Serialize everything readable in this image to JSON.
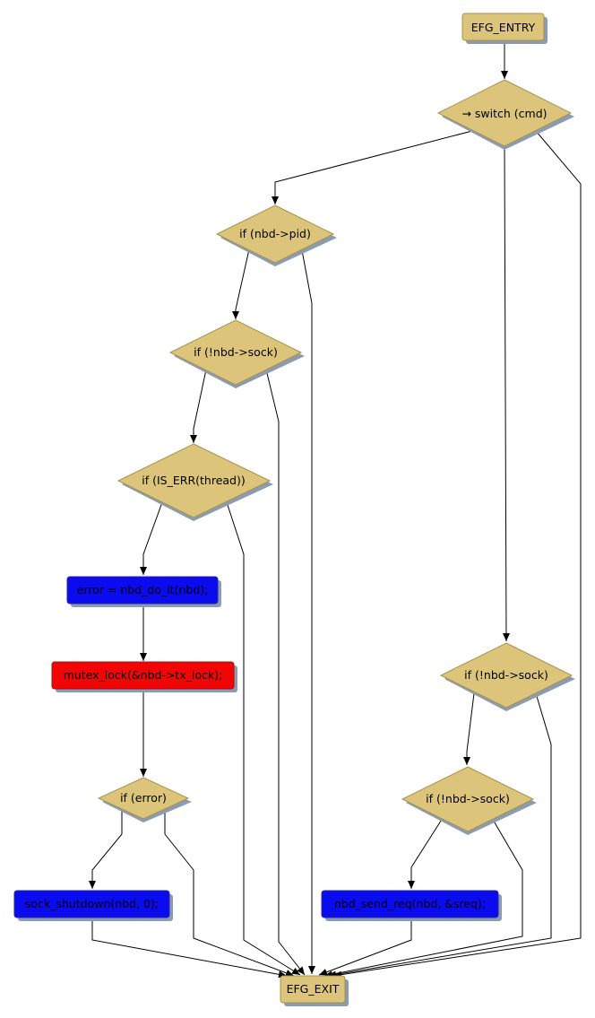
{
  "diagram": {
    "title": "Execution flow graph",
    "colors": {
      "node_fill": "#dcc57a",
      "node_stroke": "#a8924b",
      "shadow": "#8a9bb2",
      "call_fill": "#0b0bf0",
      "lock_fill": "#f20505",
      "edge": "#000000"
    },
    "nodes": {
      "entry": "EFG_ENTRY",
      "switch": "→ switch (cmd)",
      "if_pid": "if (nbd->pid)",
      "if_sock_left": "if (!nbd->sock)",
      "if_is_err": "if (IS_ERR(thread))",
      "error_assign": "error = nbd_do_it(nbd);",
      "mutex_lock": "mutex_lock(&nbd->tx_lock);",
      "if_error": "if (error)",
      "sock_shutdown": "sock_shutdown(nbd, 0);",
      "if_sock_right_1": "if (!nbd->sock)",
      "if_sock_right_2": "if (!nbd->sock)",
      "send_req": "nbd_send_req(nbd, &sreq);",
      "exit": "EFG_EXIT"
    }
  }
}
